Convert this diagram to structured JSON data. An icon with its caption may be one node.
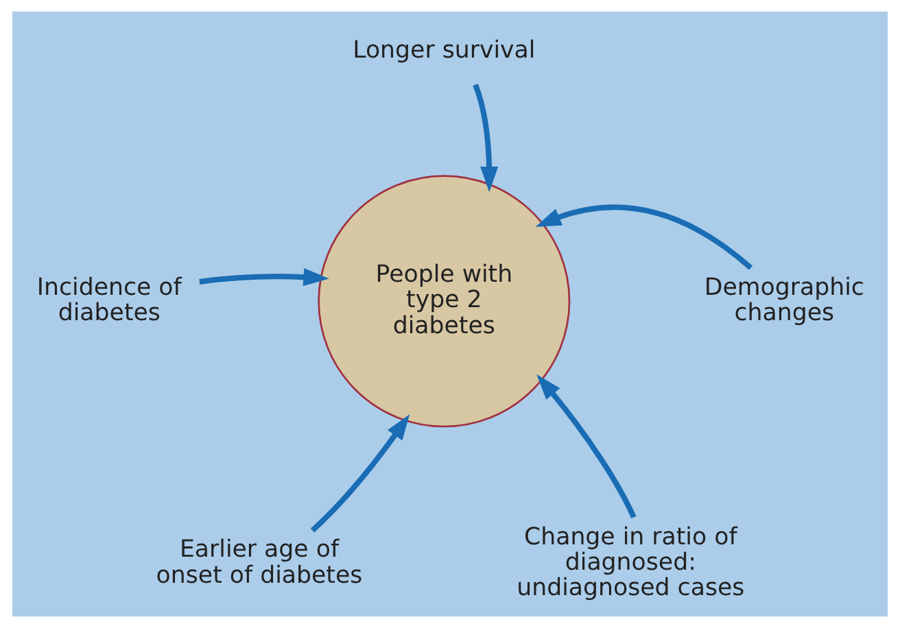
{
  "diagram": {
    "nodes": [
      {
        "text": [
          "People with type 2 diabetes"
        ]
      },
      {
        "text": [
          "Longer survival"
        ]
      },
      {
        "text": [
          "Incidence of diabetes"
        ]
      },
      {
        "text": [
          "Demographic changes"
        ]
      },
      {
        "text": [
          "Earlier age of onset of diabetes"
        ]
      },
      {
        "text": [
          "Change in ratio of diagnosed: undiagnosed cases"
        ]
      }
    ],
    "edges": [
      {
        "from": 1,
        "to": 0,
        "arrow": "to"
      },
      {
        "from": 2,
        "to": 0,
        "arrow": "to"
      },
      {
        "from": 3,
        "to": 0,
        "arrow": "to"
      },
      {
        "from": 4,
        "to": 0,
        "arrow": "to"
      },
      {
        "from": 5,
        "to": 0,
        "arrow": "to"
      }
    ]
  }
}
